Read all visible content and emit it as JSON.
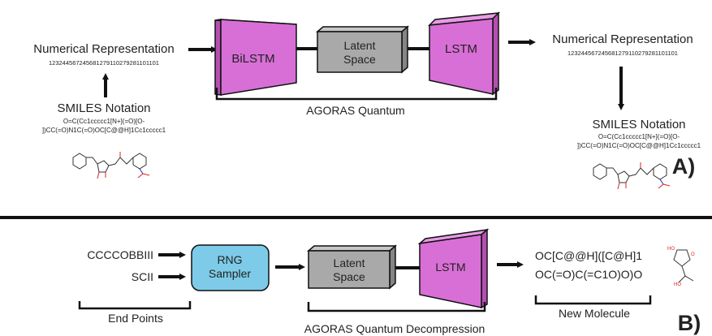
{
  "panel_a": {
    "input_label": "Numerical Representation",
    "input_digits": "123244567245681279110279281101101",
    "smiles_label": "SMILES Notation",
    "smiles_line1": "O=C(Cc1ccccc1[N+](=O)[O-",
    "smiles_line2": "])CC(=O)N1C(=O)OC[C@@H]1Cc1ccccc1",
    "encoder_label": "BiLSTM",
    "latent_label_1": "Latent",
    "latent_label_2": "Space",
    "decoder_label": "LSTM",
    "bracket_label": "AGORAS Quantum",
    "output_label": "Numerical Representation",
    "output_digits": "123244567245681279110279281101101",
    "out_smiles_label": "SMILES Notation",
    "out_smiles_line1": "O=C(Cc1ccccc1[N+](=O)[O-",
    "out_smiles_line2": "])CC(=O)N1C(=O)OC[C@@H]1Cc1ccccc1",
    "panel_letter": "A)"
  },
  "panel_b": {
    "endpoint_1": "CCCCOBBIII",
    "endpoint_2": "SCII",
    "endpoints_label": "End Points",
    "sampler_line1": "RNG",
    "sampler_line2": "Sampler",
    "latent_label_1": "Latent",
    "latent_label_2": "Space",
    "decoder_label": "LSTM",
    "bracket_label": "AGORAS Quantum Decompression",
    "output_line1": "OC[C@@H]([C@H]1",
    "output_line2": "OC(=O)C(=C1O)O)O",
    "new_molecule_label": "New Molecule",
    "mol_ho_1": "HO",
    "mol_o": "O",
    "mol_ho_2": "HO",
    "panel_letter": "B)"
  },
  "colors": {
    "lstm_fill": "#d86fd6",
    "lstm_side": "#b54fb2",
    "lstm_top": "#e89ae6",
    "latent_fill": "#a9a9a9",
    "latent_side": "#858585",
    "latent_top": "#c7c7c7",
    "sampler_fill": "#7dcbe8"
  },
  "icons": [
    "arrow-right-icon",
    "arrow-up-icon",
    "arrow-down-icon",
    "molecule-structure-icon"
  ]
}
